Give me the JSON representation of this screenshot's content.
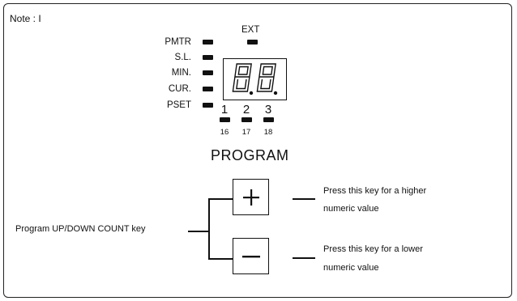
{
  "note": "Note : I",
  "ext_label": "EXT",
  "indicators": [
    {
      "label": "PMTR"
    },
    {
      "label": "S.L."
    },
    {
      "label": "MIN."
    },
    {
      "label": "CUR."
    },
    {
      "label": "PSET"
    }
  ],
  "display": {
    "value": "8.8.",
    "digits": [
      "1",
      "2",
      "3"
    ],
    "sub_numbers": [
      "16",
      "17",
      "18"
    ]
  },
  "program_title": "PROGRAM",
  "keys": {
    "up": {
      "icon": "plus-icon",
      "desc_line1": "Press this key for a higher",
      "desc_line2": "numeric value"
    },
    "down": {
      "icon": "minus-icon",
      "desc_line1": "Press this key for a lower",
      "desc_line2": "numeric value"
    }
  },
  "count_key_label": "Program UP/DOWN COUNT key"
}
